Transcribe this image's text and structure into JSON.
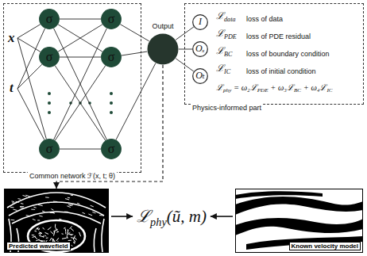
{
  "diagram": {
    "nodes": [
      {
        "text": [
          "Common network ℱ(x, t; θ)"
        ]
      },
      {
        "text": [
          "σ"
        ],
        "in": 0
      },
      {
        "text": [
          "σ"
        ],
        "in": 0
      },
      {
        "text": [
          "σ"
        ],
        "in": 0
      },
      {
        "text": [
          "σ"
        ],
        "in": 0
      },
      {
        "text": [
          "σ"
        ],
        "in": 0
      },
      {
        "text": [
          "σ"
        ],
        "in": 0
      },
      {
        "text": [
          "Output"
        ]
      },
      {
        "text": [
          "Physics-informed part"
        ]
      },
      {
        "text": [
          "I"
        ],
        "in": 8
      },
      {
        "text": [
          "Oₓ"
        ],
        "in": 8
      },
      {
        "text": [
          "Oₜ"
        ],
        "in": 8
      },
      {
        "text": [
          "Predicted wavefield"
        ]
      },
      {
        "text": [
          "Known velocity model"
        ]
      }
    ],
    "edges": [
      {
        "from": 1,
        "to": 4,
        "arrow": "none"
      },
      {
        "from": 1,
        "to": 5,
        "arrow": "none"
      },
      {
        "from": 1,
        "to": 6,
        "arrow": "none"
      },
      {
        "from": 2,
        "to": 4,
        "arrow": "none"
      },
      {
        "from": 2,
        "to": 5,
        "arrow": "none"
      },
      {
        "from": 2,
        "to": 6,
        "arrow": "none"
      },
      {
        "from": 3,
        "to": 4,
        "arrow": "none"
      },
      {
        "from": 3,
        "to": 5,
        "arrow": "none"
      },
      {
        "from": 3,
        "to": 6,
        "arrow": "none"
      },
      {
        "from": 4,
        "to": 7,
        "arrow": "none"
      },
      {
        "from": 5,
        "to": 7,
        "arrow": "none"
      },
      {
        "from": 6,
        "to": 7,
        "arrow": "none"
      },
      {
        "from": 7,
        "to": 9,
        "arrow": "none"
      },
      {
        "from": 7,
        "to": 10,
        "arrow": "none"
      },
      {
        "from": 7,
        "to": 11,
        "arrow": "none"
      },
      {
        "from": 7,
        "to": 12,
        "arrow": "to"
      }
    ],
    "labels": [
      "x",
      "t",
      "ℒdata",
      "loss of data",
      "ℒPDE",
      "loss of PDE residual",
      "ℒBC",
      "loss of boundary condition",
      "ℒIC",
      "loss of initial condition",
      "ℒphy = ω₂ℒPDE + ω₃ℒBC + ω₄ℒIC",
      "ℒphy(ũ, m)"
    ]
  }
}
